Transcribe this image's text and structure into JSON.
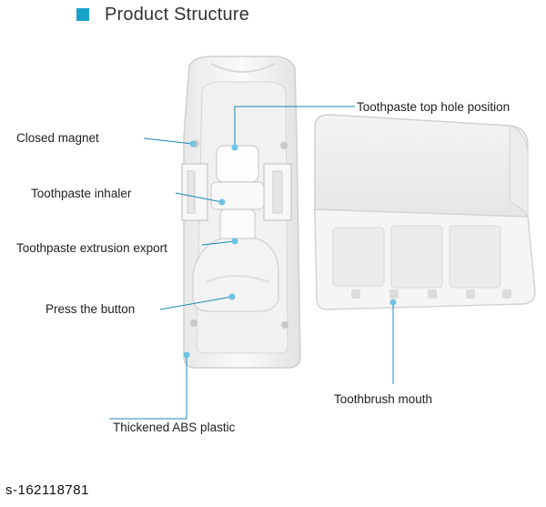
{
  "header": {
    "title": "Product Structure",
    "accent_color": "#1aa3c9"
  },
  "labels": {
    "closed_magnet": "Closed magnet",
    "toothpaste_inhaler": "Toothpaste inhaler",
    "extrusion_export": "Toothpaste extrusion export",
    "press_button": "Press the button",
    "abs_plastic": "Thickened ABS plastic",
    "top_hole": "Toothpaste top hole position",
    "toothbrush_mouth": "Toothbrush mouth"
  },
  "watermark": "s-162118781",
  "colors": {
    "callout_line": "#1e88b4",
    "callout_dot": "#6cc3e3"
  }
}
